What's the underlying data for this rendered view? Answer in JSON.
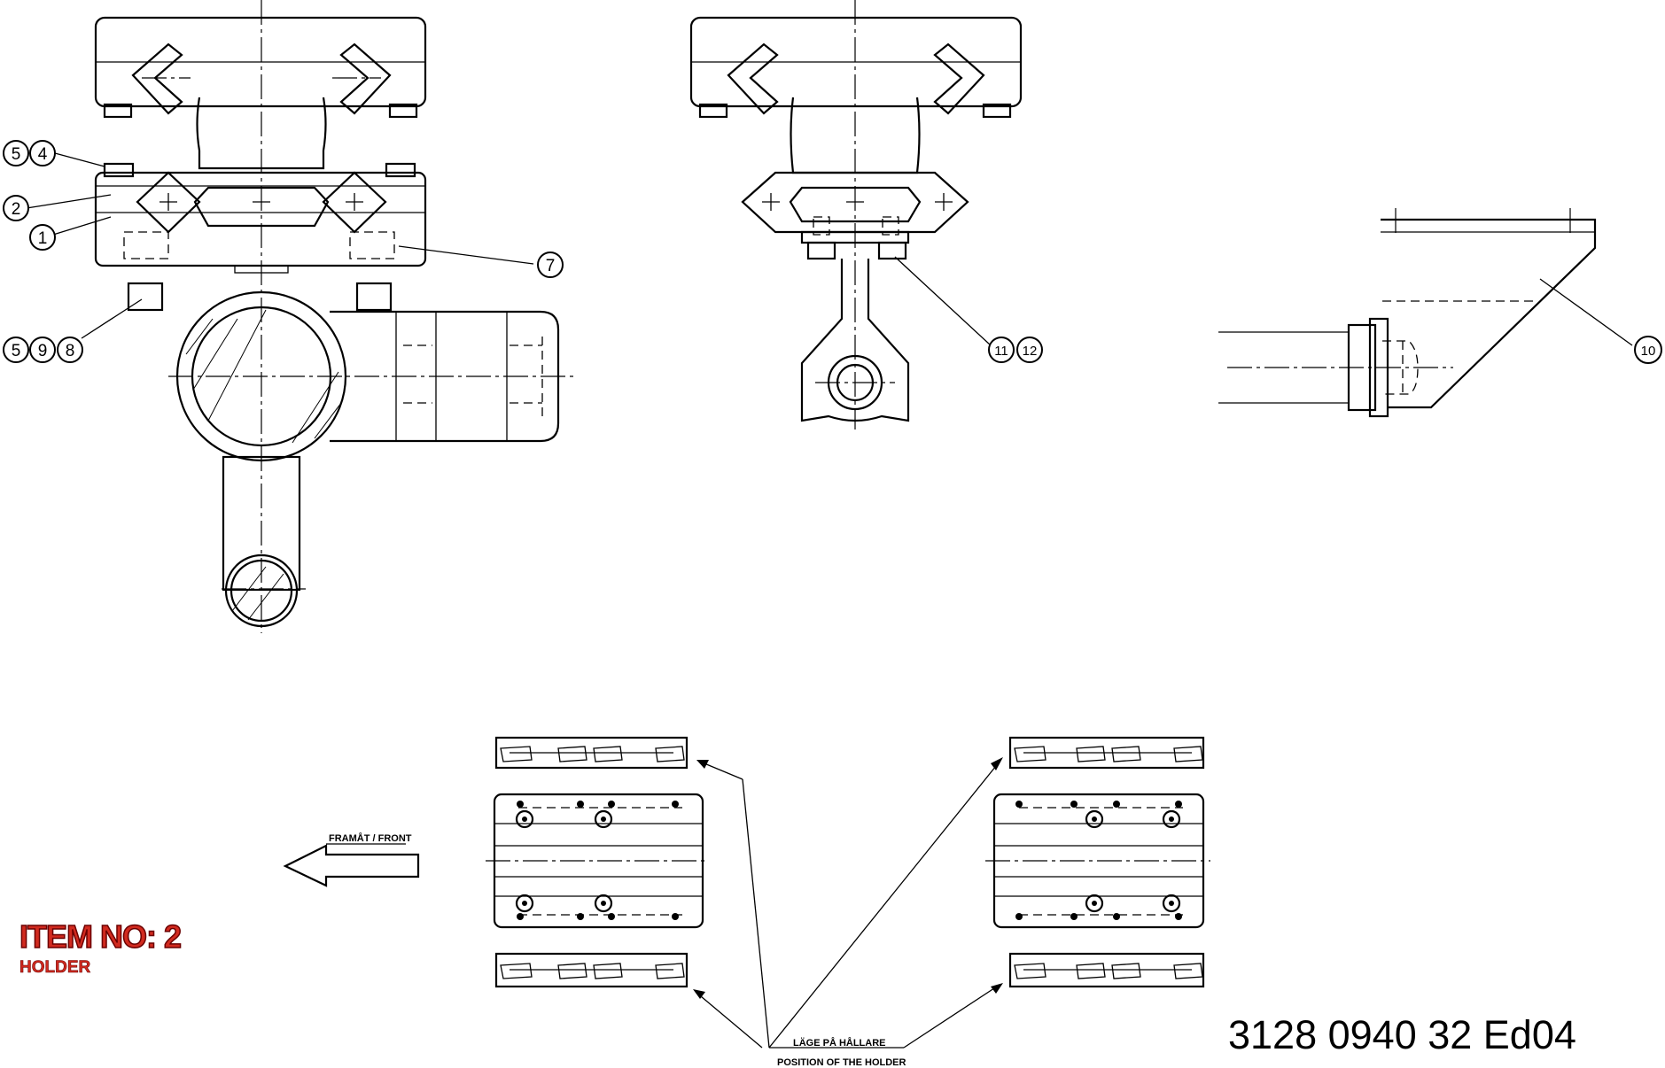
{
  "item": {
    "title": "ITEM NO: 2",
    "subtitle": "HOLDER"
  },
  "document_number": "3128 0940 32  Ed04",
  "arrow_label": "FRAMÅT / FRONT",
  "position_label": {
    "swedish": "LÄGE PÅ HÅLLARE",
    "english": "POSITION OF THE HOLDER"
  },
  "callouts": {
    "view1": [
      "5",
      "4",
      "2",
      "1",
      "7",
      "5",
      "9",
      "8"
    ],
    "view2": [
      "11",
      "12"
    ],
    "view3": [
      "10"
    ]
  }
}
